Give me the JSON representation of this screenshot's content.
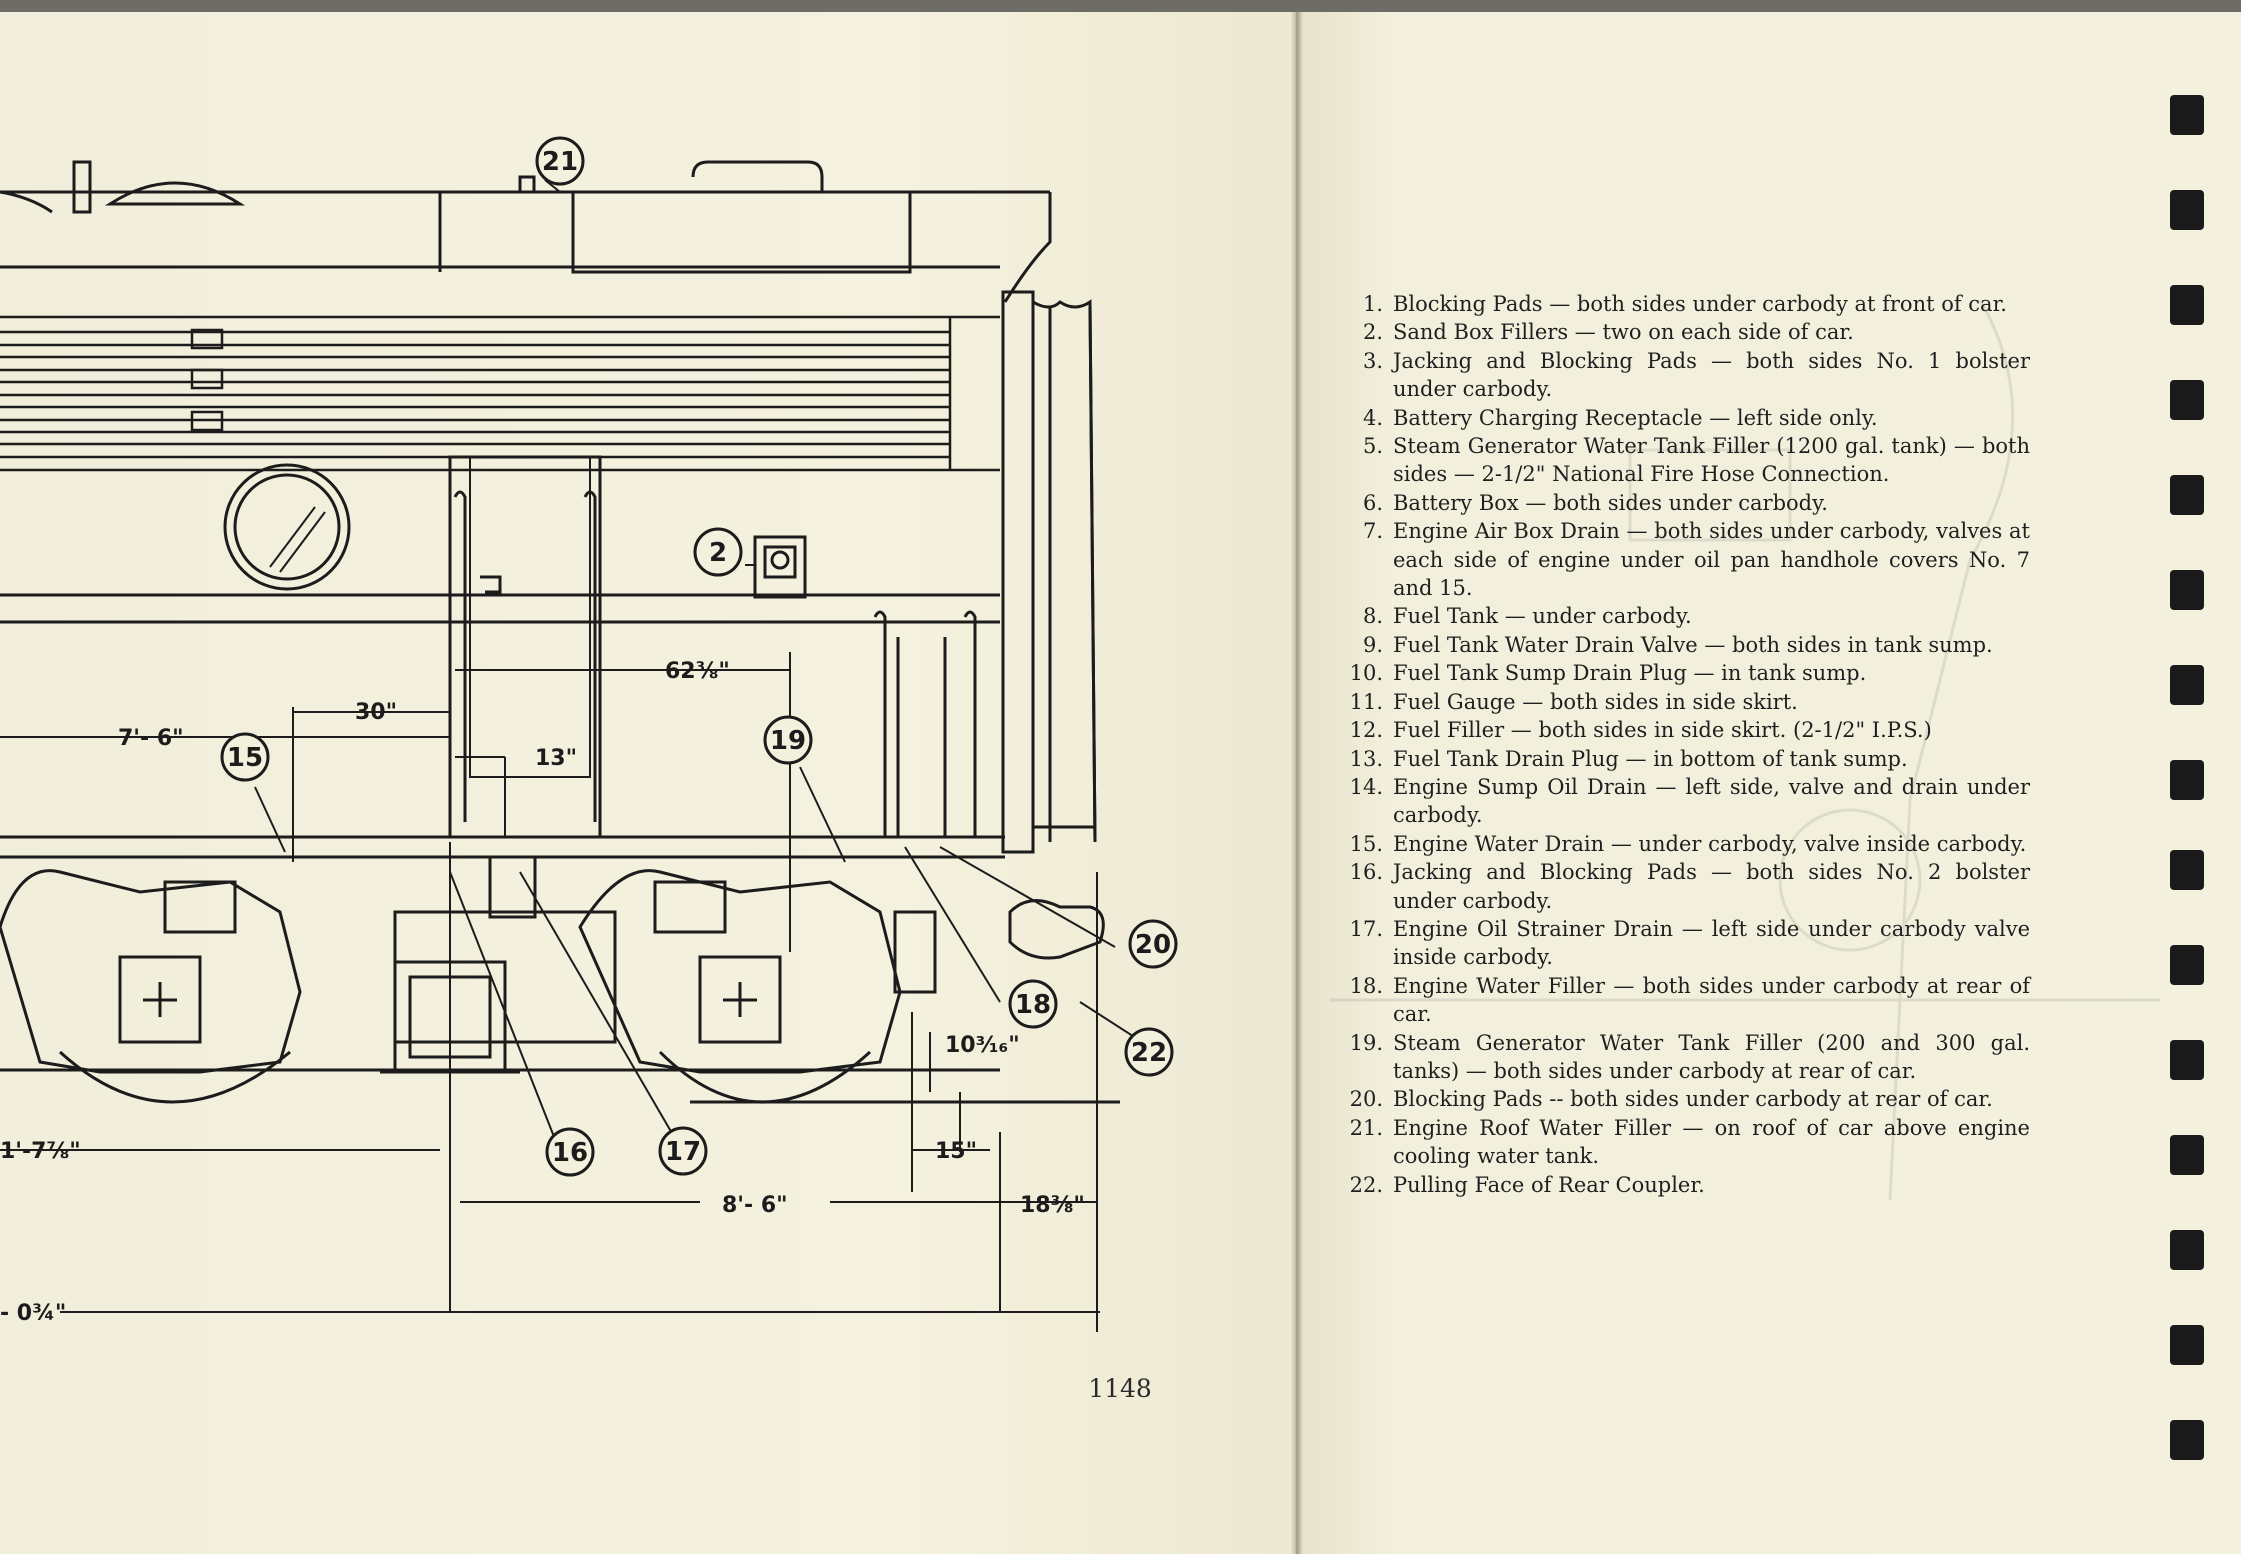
{
  "page": {
    "page_number": "1148"
  },
  "drawing": {
    "callouts": {
      "c21": "21",
      "c2": "2",
      "c15": "15",
      "c19": "19",
      "c20": "20",
      "c18": "18",
      "c22": "22",
      "c16": "16",
      "c17": "17"
    },
    "dimensions": {
      "d62": "62⅜\"",
      "d7_6": "7'- 6\"",
      "d30": "30\"",
      "d13": "13\"",
      "d10": "10³⁄₁₆\"",
      "d15": "15\"",
      "d8_6": "8'- 6\"",
      "d18": "18⅜\"",
      "d1_7": "1'-7⅞\"",
      "d0_3": "- 0¾\""
    }
  },
  "legend": {
    "items": [
      {
        "num": "1.",
        "text": "Blocking Pads — both sides under carbody at front of car."
      },
      {
        "num": "2.",
        "text": "Sand Box Fillers — two on each side of car."
      },
      {
        "num": "3.",
        "text": "Jacking and Blocking Pads — both sides No. 1 bolster under carbody."
      },
      {
        "num": "4.",
        "text": "Battery Charging Receptacle — left side only."
      },
      {
        "num": "5.",
        "text": "Steam Generator Water Tank Filler (1200 gal. tank) — both sides — 2-1/2\" National Fire Hose Connection."
      },
      {
        "num": "6.",
        "text": "Battery Box — both sides under carbody."
      },
      {
        "num": "7.",
        "text": "Engine Air Box Drain — both sides under carbody, valves at each side of engine under oil pan handhole covers No. 7 and 15."
      },
      {
        "num": "8.",
        "text": "Fuel Tank — under carbody."
      },
      {
        "num": "9.",
        "text": "Fuel Tank Water Drain Valve — both sides in tank sump."
      },
      {
        "num": "10.",
        "text": "Fuel Tank Sump Drain Plug — in tank sump."
      },
      {
        "num": "11.",
        "text": "Fuel Gauge — both sides in side skirt."
      },
      {
        "num": "12.",
        "text": "Fuel Filler — both sides in side skirt. (2-1/2\" I.P.S.)"
      },
      {
        "num": "13.",
        "text": "Fuel Tank Drain Plug — in bottom of tank sump."
      },
      {
        "num": "14.",
        "text": "Engine Sump Oil Drain — left side, valve and drain under carbody."
      },
      {
        "num": "15.",
        "text": "Engine Water Drain — under carbody, valve inside carbody."
      },
      {
        "num": "16.",
        "text": "Jacking and Blocking Pads — both sides No. 2 bolster under carbody."
      },
      {
        "num": "17.",
        "text": "Engine Oil Strainer Drain — left side under carbody valve inside carbody."
      },
      {
        "num": "18.",
        "text": "Engine Water Filler — both sides under carbody at rear of car."
      },
      {
        "num": "19.",
        "text": "Steam Generator Water Tank Filler (200 and 300 gal. tanks) — both sides under carbody at rear of car."
      },
      {
        "num": "20.",
        "text": "Blocking Pads -- both sides under carbody at rear of car."
      },
      {
        "num": "21.",
        "text": "Engine Roof Water Filler — on roof of car above engine cooling water tank."
      },
      {
        "num": "22.",
        "text": "Pulling Face of Rear Coupler."
      }
    ]
  }
}
